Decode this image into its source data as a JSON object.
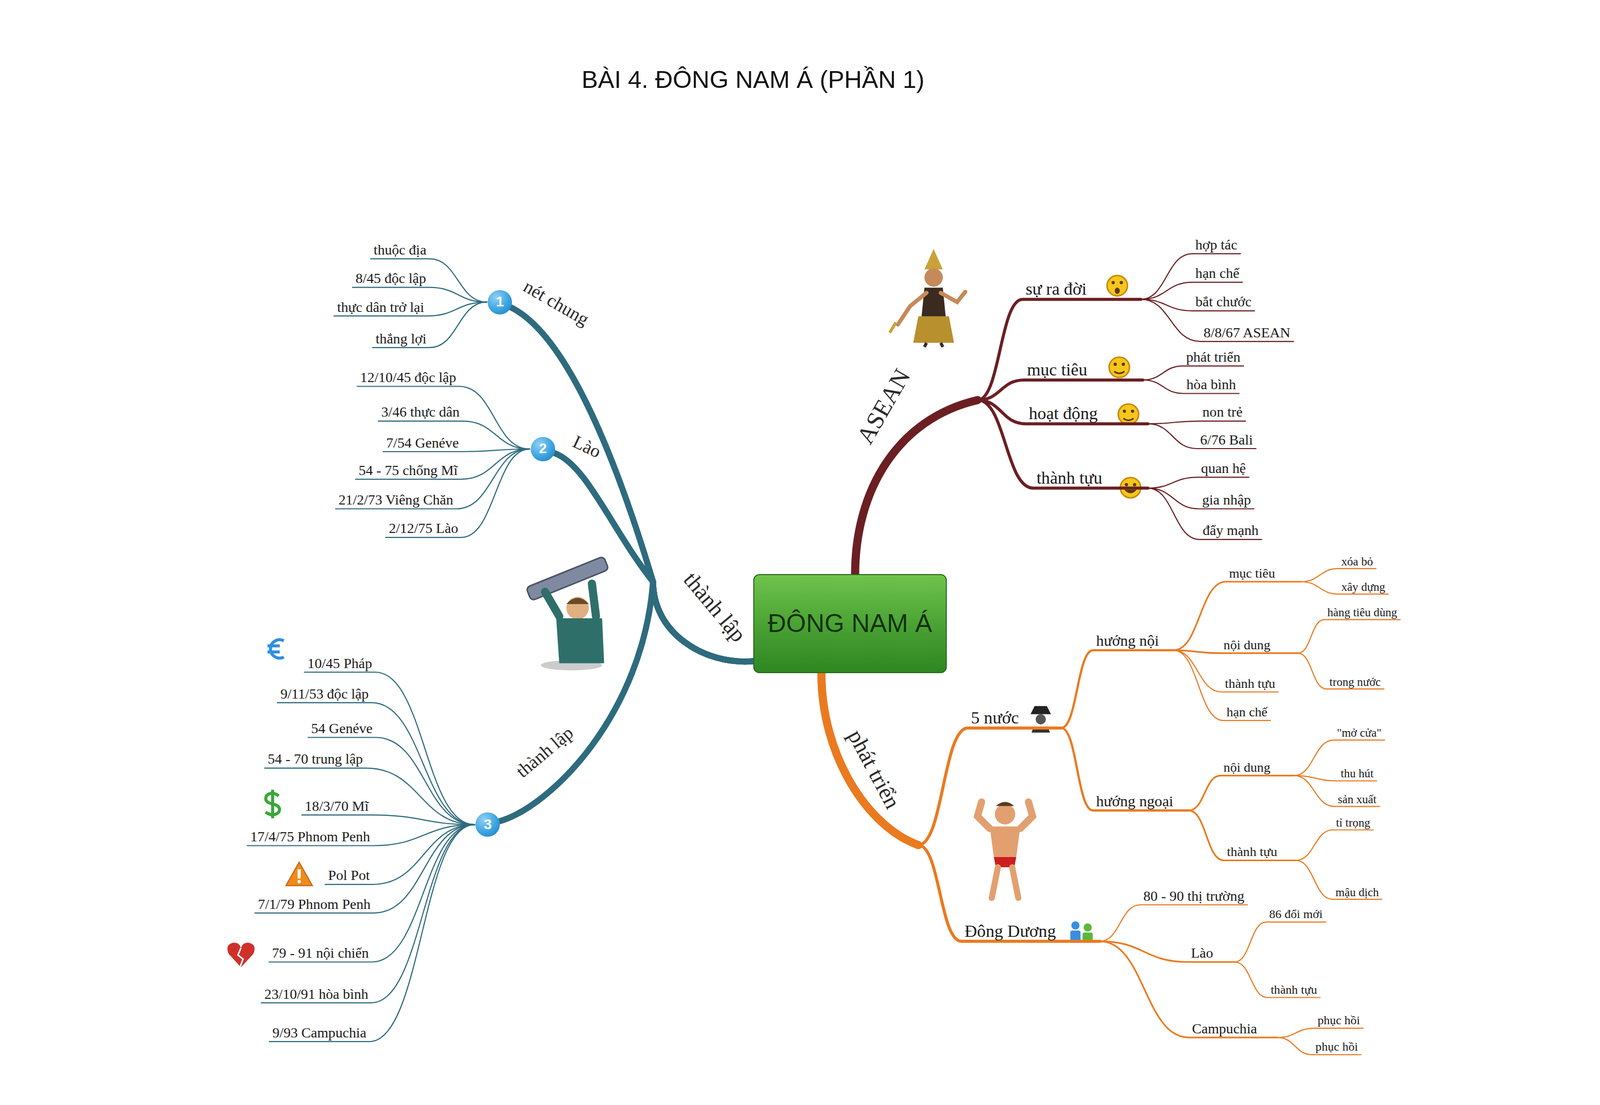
{
  "diagram": {
    "title": "BÀI 4. ĐÔNG NAM Á (PHẦN 1)",
    "nodes": [
      {
        "text": [
          "ĐÔNG NAM Á"
        ]
      },
      {
        "text": [
          "1"
        ]
      },
      {
        "text": [
          "2"
        ]
      },
      {
        "text": [
          "3"
        ]
      }
    ],
    "edges": [
      {
        "from": 0,
        "to": 1,
        "arrow": "none"
      },
      {
        "from": 0,
        "to": 2,
        "arrow": "none"
      },
      {
        "from": 0,
        "to": 3,
        "arrow": "none"
      }
    ],
    "labels": [
      "thành lập",
      "nét chung",
      "thuộc địa",
      "8/45 độc lập",
      "thực dân trở lại",
      "thắng lợi",
      "Lào",
      "12/10/45 độc lập",
      "3/46 thực dân",
      "7/54 Genéve",
      "54 - 75 chống Mĩ",
      "21/2/73 Viêng Chăn",
      "2/12/75 Lào",
      "thành lập",
      "10/45 Pháp",
      "9/11/53 độc lập",
      "54 Genéve",
      "54 - 70 trung lập",
      "18/3/70 Mĩ",
      "17/4/75 Phnom Penh",
      "Pol Pot",
      "7/1/79 Phnom Penh",
      "79 - 91 nội chiến",
      "23/10/91 hòa bình",
      "9/93 Campuchia",
      "ASEAN",
      "sự ra đời",
      "hợp tác",
      "hạn chế",
      "bắt chước",
      "8/8/67 ASEAN",
      "mục tiêu",
      "phát triển",
      "hòa bình",
      "hoạt động",
      "non trẻ",
      "6/76 Bali",
      "thành tựu",
      "quan hệ",
      "gia nhập",
      "đẩy mạnh",
      "phát triển",
      "5 nước",
      "hướng nội",
      "mục tiêu",
      "xóa bỏ",
      "xây dựng",
      "nội dung",
      "hàng tiêu dùng",
      "trong nước",
      "thành tựu",
      "hạn chế",
      "hướng ngoại",
      "nội dung",
      "\"mở cửa\"",
      "thu hút",
      "sản xuất",
      "tỉ trọng",
      "thành tựu",
      "mậu dịch",
      "Đông Dương",
      "80 - 90 thị trường",
      "Lào",
      "86 đổi mới",
      "thành tựu",
      "Campuchia",
      "phục hồi",
      "phục hồi"
    ]
  }
}
